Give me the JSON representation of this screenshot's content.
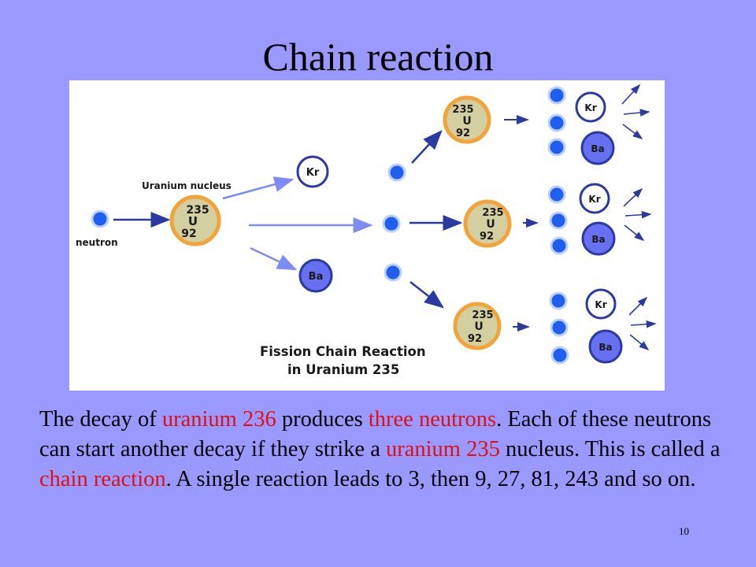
{
  "slide": {
    "title": "Chain reaction",
    "page_number": "10"
  },
  "figure": {
    "caption_line1": "Fission Chain Reaction",
    "caption_line2": "in Uranium 235",
    "uranium_nucleus_label": "Uranium nucleus",
    "neutron_label": "neutron",
    "uranium": {
      "mass": "235",
      "symbol": "U",
      "atomic": "92"
    },
    "krypton": "Kr",
    "barium": "Ba",
    "colors": {
      "neutron": "#1f5ff0",
      "nucleus_fill": "#d4cfa0",
      "nucleus_ring": "#f2a43a",
      "barium_fill": "#6670f0",
      "arrow": "#2a3aa0",
      "light_arrow": "#7d8cf5"
    }
  },
  "body": {
    "s1": "The decay of ",
    "h1": "uranium 236",
    "s2": " produces ",
    "h2": "three neutrons",
    "s3": ".  Each of these neutrons can start another decay if they strike a ",
    "h3": "uranium 235",
    "s4": " nucleus.  This is called a ",
    "h4": "chain reaction",
    "s5": ". A single reaction leads to 3, then 9, 27, 81, 243 and so on."
  }
}
